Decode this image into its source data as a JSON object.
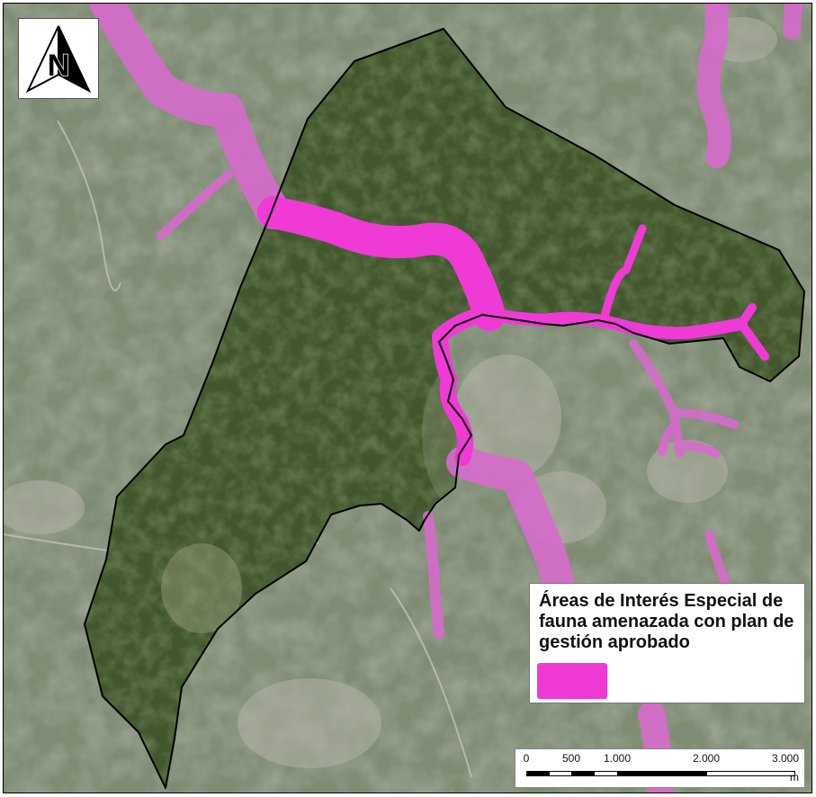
{
  "map": {
    "north_label": "N",
    "legend": {
      "title": "Áreas de Interés Especial de fauna amenazada con plan de gestión aprobado",
      "swatch_color": "#f03ad6"
    },
    "scale_bar": {
      "ticks": [
        "0",
        "500",
        "1.000",
        "2.000",
        "3.000"
      ],
      "unit": "m"
    },
    "colors": {
      "zone_highlight": "#f03ad6",
      "zone_muted": "#d66bcc",
      "boundary": "#000000"
    }
  }
}
